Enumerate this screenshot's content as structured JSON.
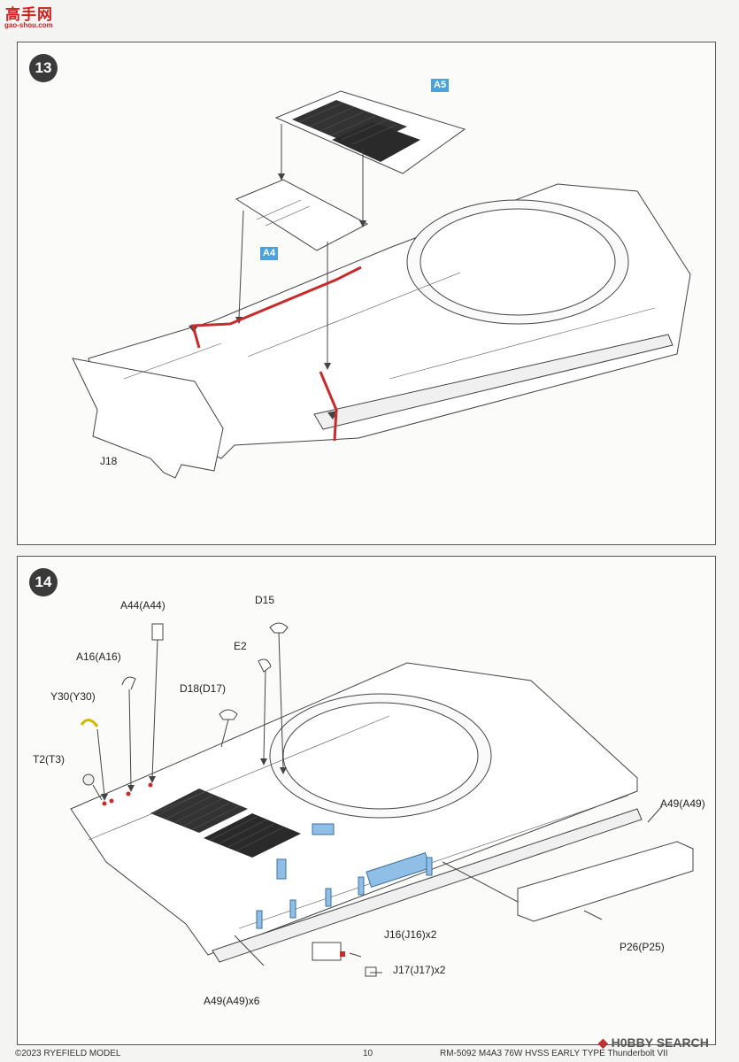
{
  "watermark_top": {
    "cn": "高手网",
    "url": "gao-shou.com"
  },
  "step13": {
    "number": "13",
    "labels": {
      "a5": "A5",
      "a4": "A4",
      "j18": "J18"
    }
  },
  "step14": {
    "number": "14",
    "labels": {
      "a44": "A44(A44)",
      "d15": "D15",
      "a16": "A16(A16)",
      "e2": "E2",
      "d18": "D18(D17)",
      "y30": "Y30(Y30)",
      "t2": "T2(T3)",
      "a49": "A49(A49)",
      "j16": "J16(J16)x2",
      "p26": "P26(P25)",
      "j17": "J17(J17)x2",
      "a49x6": "A49(A49)x6"
    }
  },
  "footer": {
    "copyright": "©2023 RYEFIELD MODEL",
    "page": "10",
    "product": "RM-5092 M4A3 76W HVSS EARLY TYPE Thunderbolt VII"
  },
  "watermark_bottom": {
    "brand": "H0BBY SEARCH"
  }
}
